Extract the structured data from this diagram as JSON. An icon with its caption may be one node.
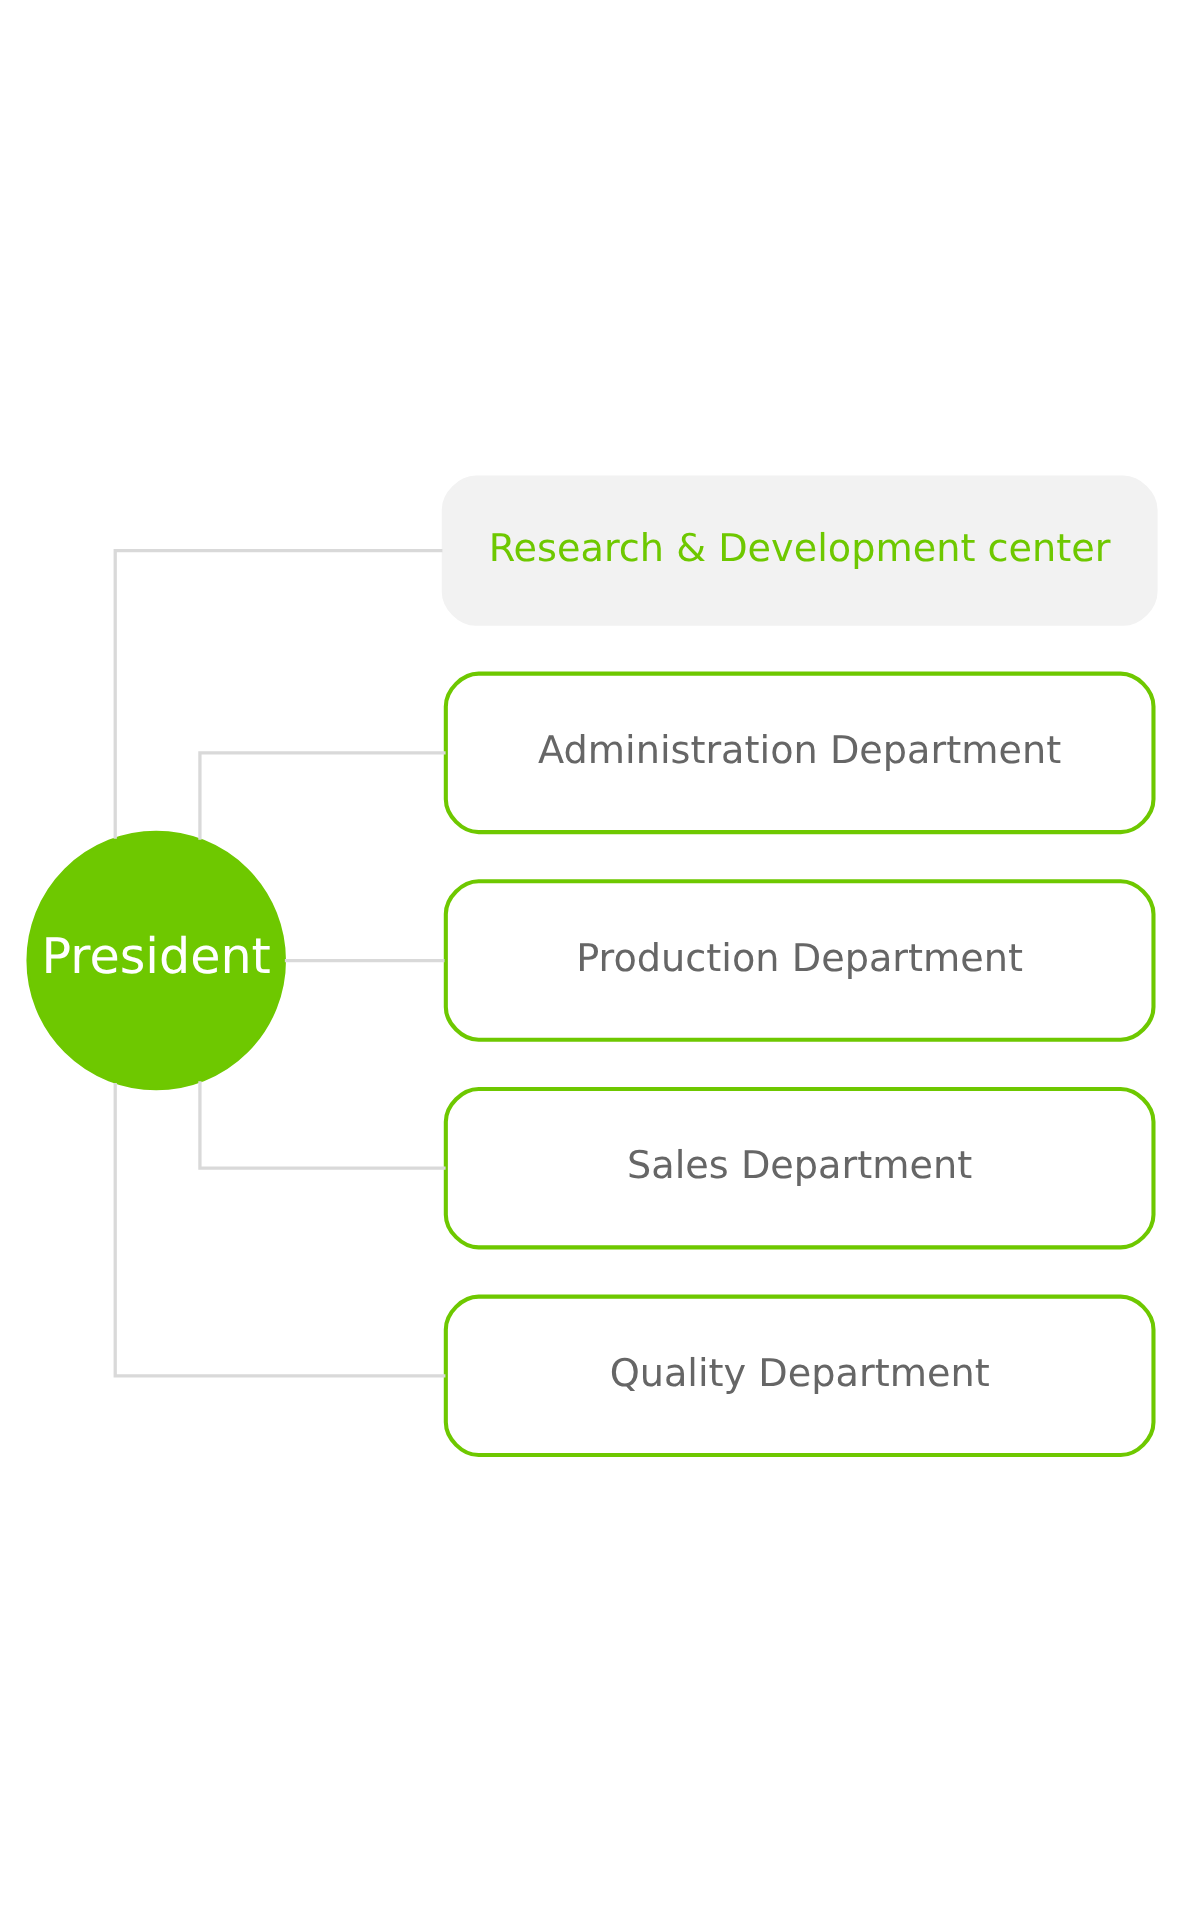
{
  "diagram": {
    "nodes": [
      {
        "text": [
          "President"
        ]
      },
      {
        "text": [
          "Research & Development center"
        ]
      },
      {
        "text": [
          "Administration Department"
        ]
      },
      {
        "text": [
          "Production Department"
        ]
      },
      {
        "text": [
          "Sales Department"
        ]
      },
      {
        "text": [
          "Quality Department"
        ]
      }
    ],
    "edges": [
      {
        "from": 0,
        "to": 1,
        "arrow": "none"
      },
      {
        "from": 0,
        "to": 2,
        "arrow": "none"
      },
      {
        "from": 0,
        "to": 3,
        "arrow": "none"
      },
      {
        "from": 0,
        "to": 4,
        "arrow": "none"
      },
      {
        "from": 0,
        "to": 5,
        "arrow": "none"
      }
    ]
  }
}
